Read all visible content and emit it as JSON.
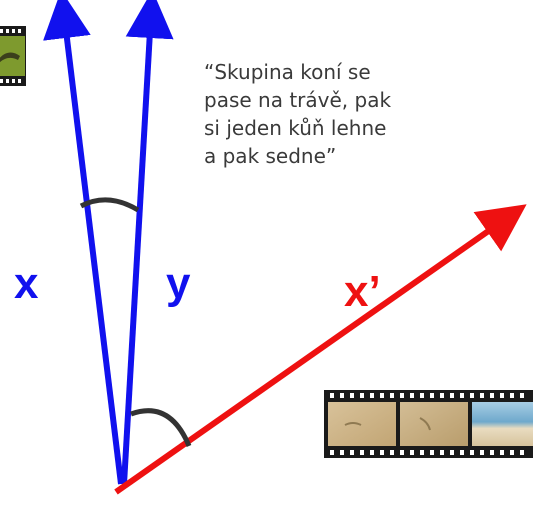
{
  "caption": "“Skupina koní se\npase na trávě, pak\nsi jeden kůň lehne\na pak sedne”",
  "labels": {
    "x": "x",
    "y": "y",
    "x_prime": "x’"
  },
  "colors": {
    "blue_vectors": "#1111ee",
    "red_vector": "#ee1111",
    "angle_arc": "#333333",
    "caption_text": "#3a3a3a"
  },
  "images": {
    "top_left_thumbnail": "film-strip-grass-horse-icon",
    "bottom_right_strip": "film-strip-sand-frames-icon"
  }
}
